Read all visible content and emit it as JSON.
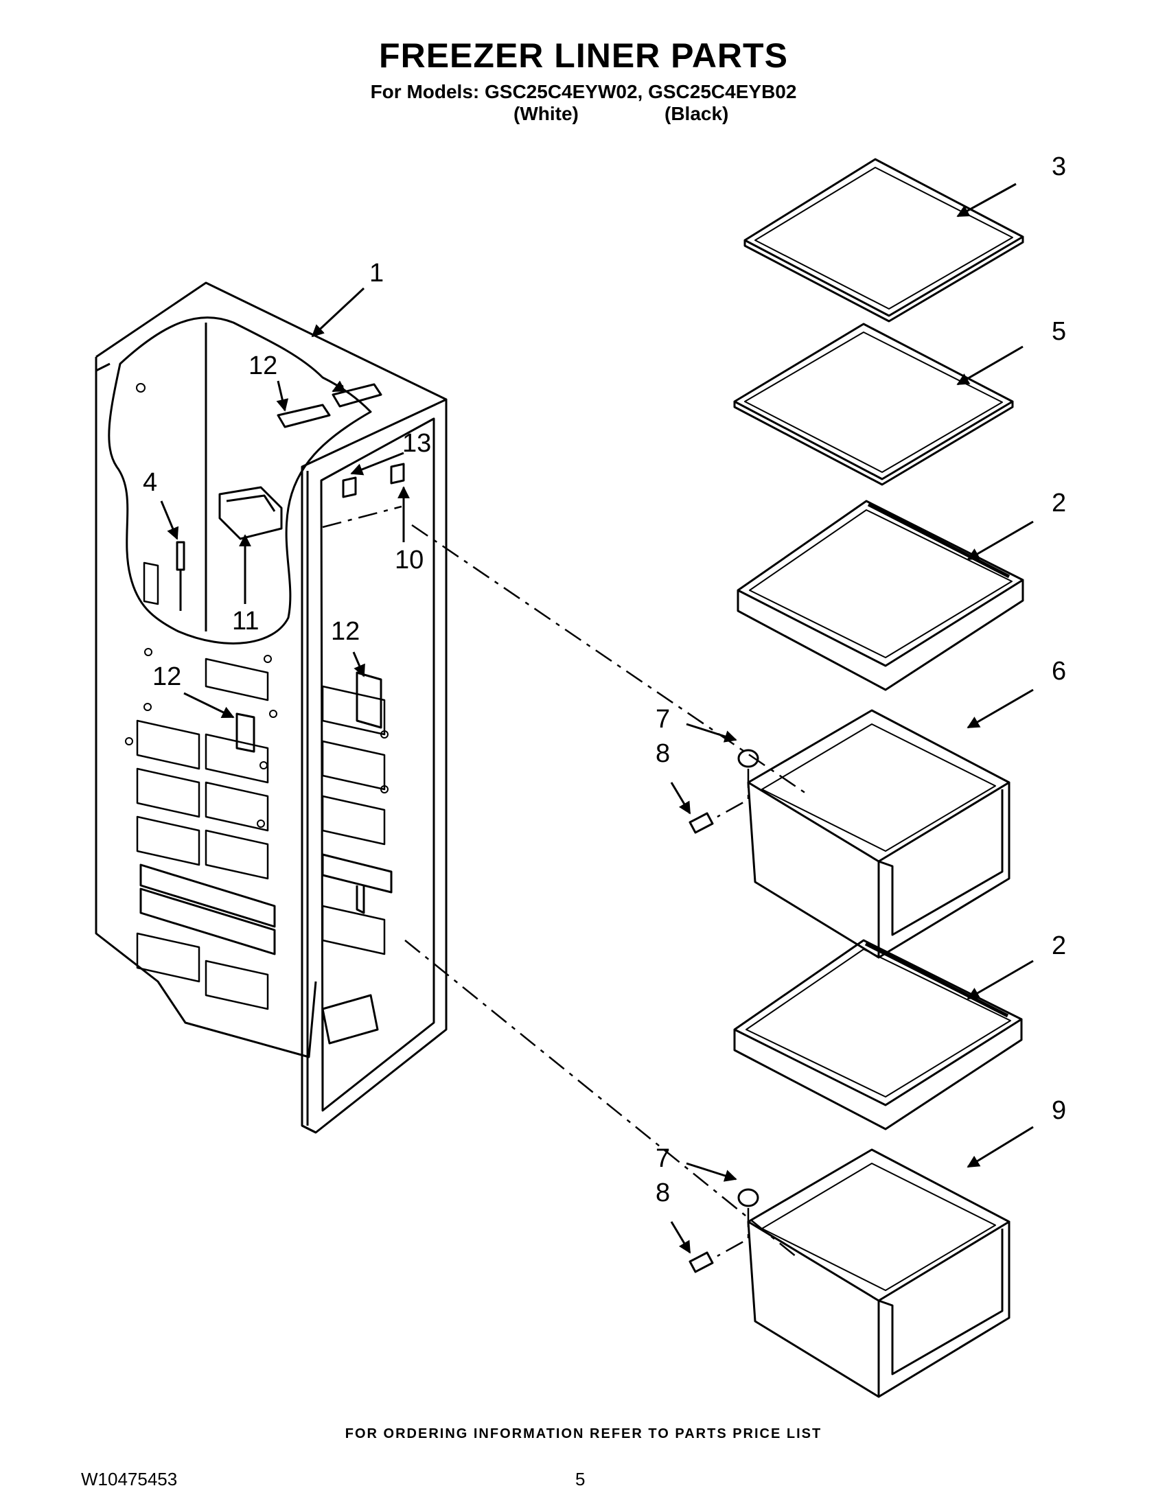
{
  "header": {
    "title": "FREEZER LINER PARTS",
    "models_line": "For Models: GSC25C4EYW02, GSC25C4EYB02",
    "color_white": "(White)",
    "color_black": "(Black)"
  },
  "callouts": {
    "c1": "1",
    "c2a": "2",
    "c2b": "2",
    "c3": "3",
    "c4": "4",
    "c5": "5",
    "c6": "6",
    "c7a": "7",
    "c7b": "7",
    "c8a": "8",
    "c8b": "8",
    "c9": "9",
    "c10": "10",
    "c11": "11",
    "c12a": "12",
    "c12b": "12",
    "c12c": "12",
    "c13": "13"
  },
  "footer": {
    "ordering_info": "FOR ORDERING INFORMATION REFER TO PARTS PRICE LIST",
    "doc_number": "W10475453",
    "page_number": "5"
  }
}
